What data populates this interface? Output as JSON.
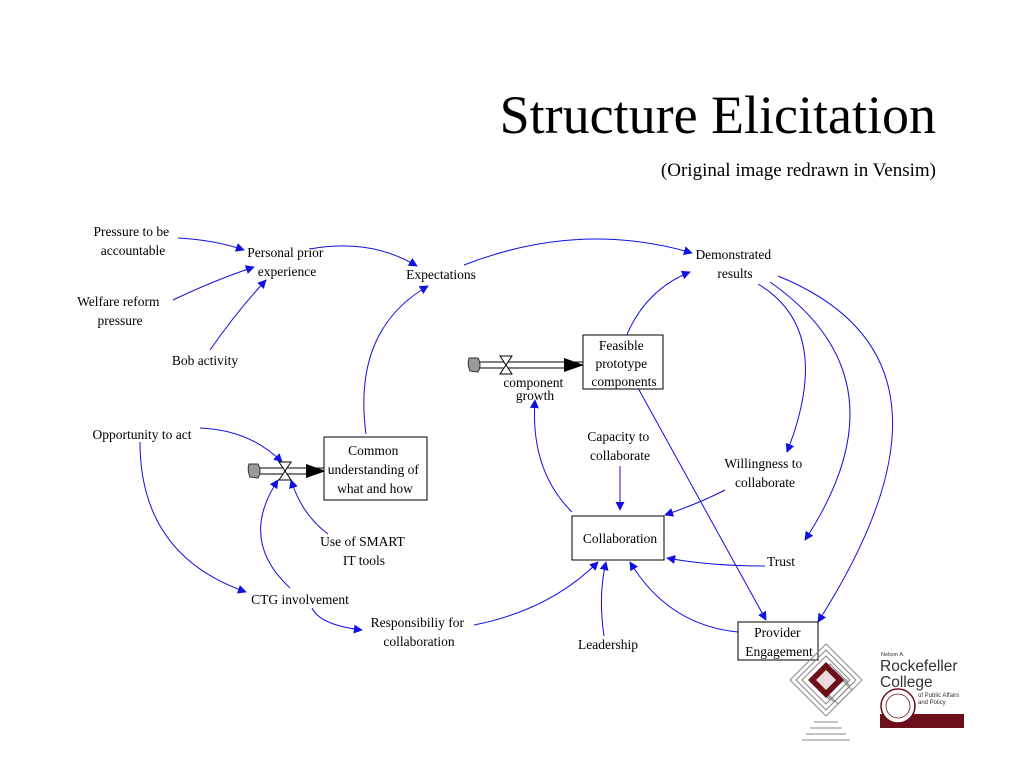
{
  "slide": {
    "title": "Structure Elicitation",
    "subtitle": "(Original image redrawn in Vensim)"
  },
  "variables": {
    "pressure_accountable": [
      "Pressure to be",
      "accountable"
    ],
    "welfare_reform": [
      "Welfare reform",
      "pressure"
    ],
    "bob_activity": [
      "Bob activity"
    ],
    "personal_prior": [
      "Personal prior",
      "experience"
    ],
    "expectations": [
      "Expectations"
    ],
    "demonstrated_results": [
      "Demonstrated",
      "results"
    ],
    "opportunity": [
      "Opportunity to act"
    ],
    "common_understanding": [
      "Common",
      "understanding of",
      "what and how"
    ],
    "smart_tools": [
      "Use of SMART",
      "IT tools"
    ],
    "ctg_involvement": [
      "CTG involvement"
    ],
    "responsibility": [
      "Responsibiliy for",
      "collaboration"
    ],
    "feasible": [
      "Feasible",
      "prototype",
      "components"
    ],
    "component_growth": [
      "component",
      "growth"
    ],
    "capacity": [
      "Capacity to",
      "collaborate"
    ],
    "willingness": [
      "Willingness to",
      "collaborate"
    ],
    "collaboration": [
      "Collaboration"
    ],
    "trust": [
      "Trust"
    ],
    "leadership": [
      "Leadership"
    ],
    "provider_engagement": [
      "Provider",
      "Engagement"
    ]
  },
  "logo": {
    "small": "Nelson A.",
    "line1": "Rockefeller",
    "line2": "College",
    "tag1": "of Public Affairs",
    "tag2": "and Policy"
  },
  "colors": {
    "link": "#1010e0",
    "logo_maroon": "#6b0f1a"
  }
}
